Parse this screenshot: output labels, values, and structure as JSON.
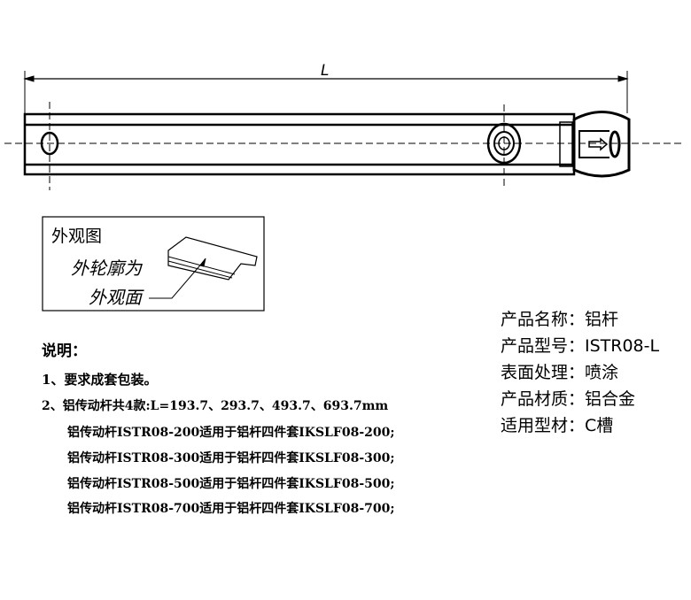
{
  "drawing": {
    "dimension_label": "L"
  },
  "inset": {
    "title": "外观图",
    "caption_line1": "外轮廓为",
    "caption_line2": "外观面"
  },
  "notes": {
    "heading": "说明：",
    "items": [
      "1、要求成套包装。",
      "2、铝传动杆共4款:L=193.7、293.7、493.7、693.7mm"
    ],
    "sub_items": [
      "铝传动杆ISTR08-200适用于铝杆四件套IKSLF08-200;",
      "铝传动杆ISTR08-300适用于铝杆四件套IKSLF08-300;",
      "铝传动杆ISTR08-500适用于铝杆四件套IKSLF08-500;",
      "铝传动杆ISTR08-700适用于铝杆四件套IKSLF08-700;"
    ]
  },
  "specs": [
    "产品名称：铝杆",
    "产品型号：ISTR08-L",
    "表面处理：喷涂",
    "产品材质：铝合金",
    "适用型材：C槽"
  ]
}
